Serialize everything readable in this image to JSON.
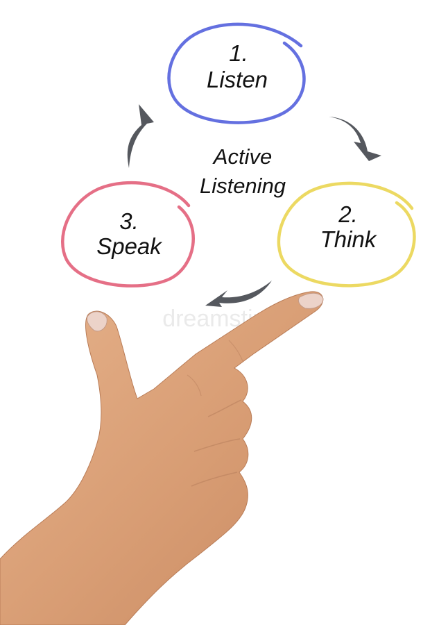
{
  "diagram": {
    "center": {
      "line1": "Active",
      "line2": "Listening"
    },
    "steps": [
      {
        "number": "1.",
        "name": "Listen",
        "color": "#6470e0"
      },
      {
        "number": "2.",
        "name": "Think",
        "color": "#ecd962"
      },
      {
        "number": "3.",
        "name": "Speak",
        "color": "#e56f86"
      }
    ],
    "arrow_color": "#55585e"
  },
  "watermark": "dreamstime",
  "hand": {
    "skin_color": "#dca27a",
    "nail_color": "#ecd3c9"
  }
}
